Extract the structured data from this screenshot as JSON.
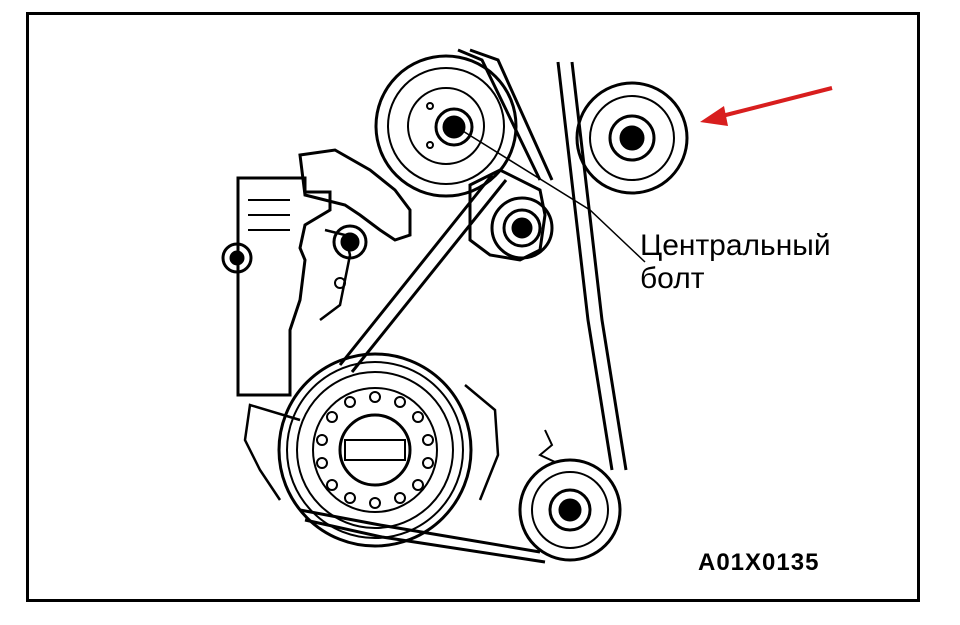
{
  "figure": {
    "callout_line1": "Центральный",
    "callout_line2": "болт",
    "code": "A01X0135"
  },
  "colors": {
    "line": "#000000",
    "background": "#ffffff",
    "arrow": "#d81e1e"
  }
}
